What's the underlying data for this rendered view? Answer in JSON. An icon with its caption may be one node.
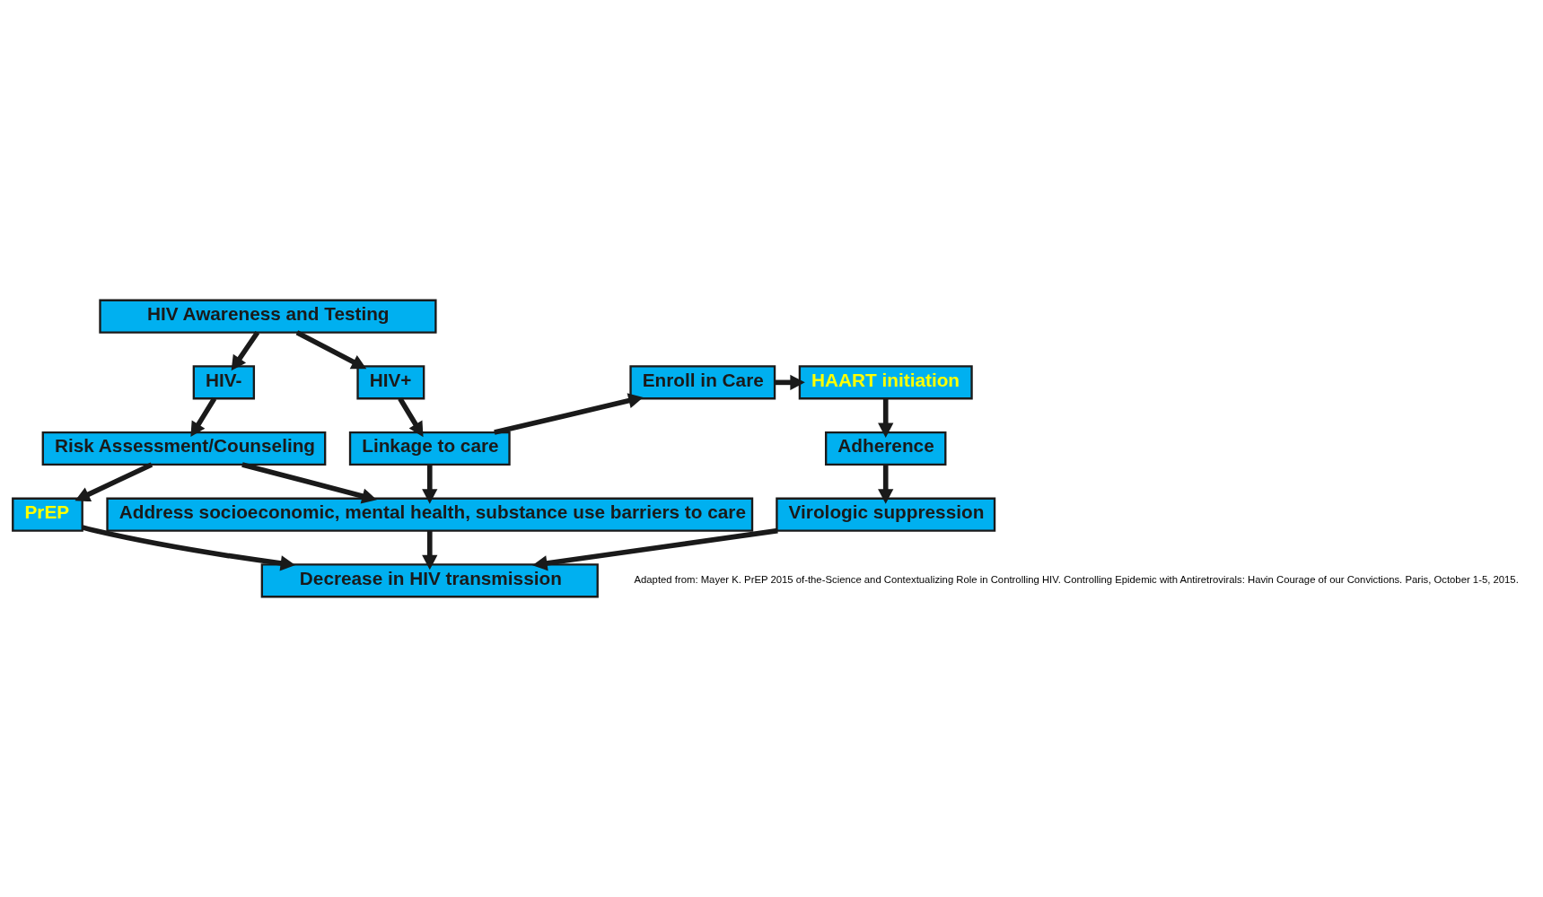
{
  "diagram": {
    "nodes": [
      {
        "text": [
          "HIV Awareness and Testing"
        ]
      },
      {
        "text": [
          "HIV-"
        ]
      },
      {
        "text": [
          "HIV+"
        ]
      },
      {
        "text": [
          "Enroll in Care"
        ]
      },
      {
        "text": [
          "HAART initiation"
        ]
      },
      {
        "text": [
          "Risk Assessment/Counseling"
        ]
      },
      {
        "text": [
          "Linkage to care"
        ]
      },
      {
        "text": [
          "Adherence"
        ]
      },
      {
        "text": [
          "PrEP"
        ]
      },
      {
        "text": [
          "Address socioeconomic, mental health, substance use barriers to care"
        ]
      },
      {
        "text": [
          "Virologic suppression"
        ]
      },
      {
        "text": [
          "Decrease in HIV transmission"
        ]
      }
    ],
    "edges": [
      {
        "from": 0,
        "to": 1,
        "arrow": "to"
      },
      {
        "from": 0,
        "to": 2,
        "arrow": "to"
      },
      {
        "from": 1,
        "to": 5,
        "arrow": "to"
      },
      {
        "from": 2,
        "to": 6,
        "arrow": "to"
      },
      {
        "from": 6,
        "to": 3,
        "arrow": "to"
      },
      {
        "from": 3,
        "to": 4,
        "arrow": "to"
      },
      {
        "from": 4,
        "to": 7,
        "arrow": "to"
      },
      {
        "from": 5,
        "to": 8,
        "arrow": "to"
      },
      {
        "from": 5,
        "to": 9,
        "arrow": "to"
      },
      {
        "from": 6,
        "to": 9,
        "arrow": "to"
      },
      {
        "from": 7,
        "to": 10,
        "arrow": "to"
      },
      {
        "from": 8,
        "to": 11,
        "arrow": "to"
      },
      {
        "from": 9,
        "to": 11,
        "arrow": "to"
      },
      {
        "from": 10,
        "to": 11,
        "arrow": "to"
      }
    ],
    "labels": [
      "Adapted from: Mayer K. PrEP 2015 of-the-Science and Contextualizing Role in Controlling HIV. Controlling Epidemic with Antiretrovirals: Havin Courage of our Convictions. Paris, October 1-5, 2015."
    ]
  }
}
